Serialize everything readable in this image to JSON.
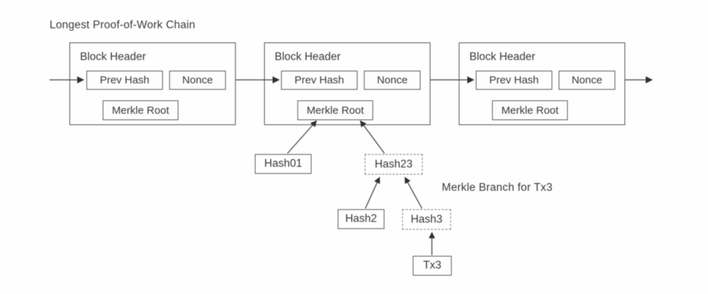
{
  "title": "Longest Proof-of-Work Chain",
  "annotation": "Merkle Branch for Tx3",
  "blocks": [
    {
      "header": "Block Header",
      "prev_hash": "Prev Hash",
      "nonce": "Nonce",
      "merkle_root": "Merkle Root"
    },
    {
      "header": "Block Header",
      "prev_hash": "Prev Hash",
      "nonce": "Nonce",
      "merkle_root": "Merkle Root"
    },
    {
      "header": "Block Header",
      "prev_hash": "Prev Hash",
      "nonce": "Nonce",
      "merkle_root": "Merkle Root"
    }
  ],
  "merkle": {
    "hash01": "Hash01",
    "hash23": "Hash23",
    "hash2": "Hash2",
    "hash3": "Hash3",
    "tx3": "Tx3"
  },
  "colors": {
    "line": "#3f3f3f",
    "border": "#565656",
    "text": "#3a3a3a",
    "background": "#fefefe"
  }
}
